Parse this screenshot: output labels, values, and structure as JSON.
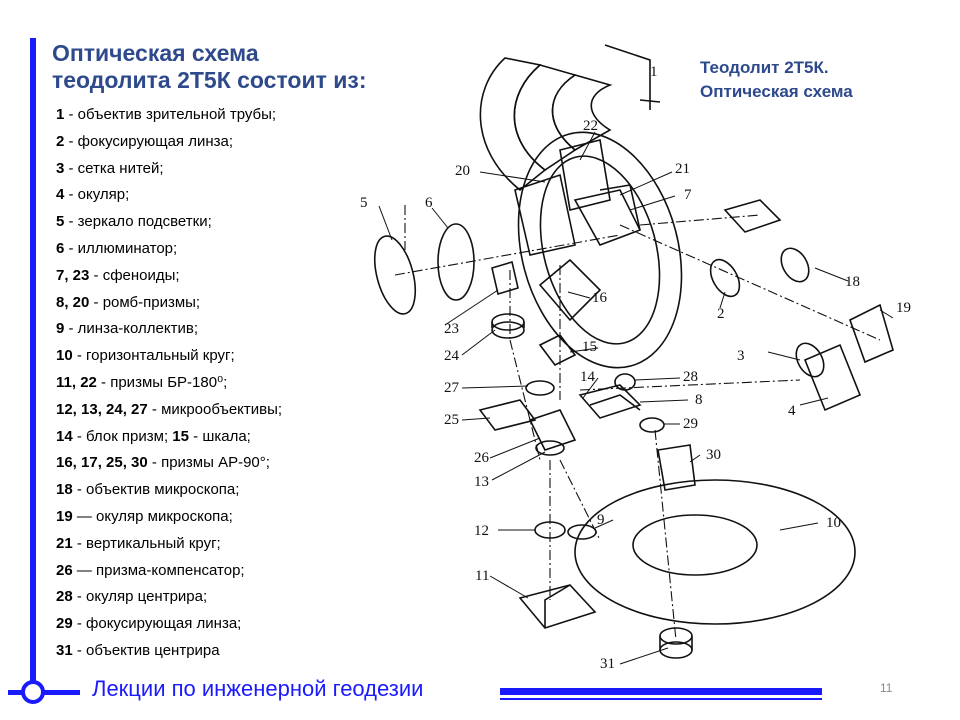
{
  "title": {
    "line1": "Оптическая схема",
    "line2": "теодолита 2Т5К состоит из:"
  },
  "legend": [
    {
      "num": "1",
      "text": " - объектив зрительной трубы;"
    },
    {
      "num": "2",
      "text": " - фокусирующая линза;"
    },
    {
      "num": "3",
      "text": " - сетка нитей;"
    },
    {
      "num": "4",
      "text": " - окуляр;"
    },
    {
      "num": "5",
      "text": " - зеркало подсветки;"
    },
    {
      "num": "6",
      "text": " - иллюминатор;"
    },
    {
      "num": "7, 23",
      "text": " - сфеноиды;"
    },
    {
      "num": "8, 20",
      "text": " - ромб-призмы;"
    },
    {
      "num": "9",
      "text": " - линза-коллектив;"
    },
    {
      "num": "10",
      "text": " - горизонтальный круг;"
    },
    {
      "num": "11, 22",
      "text": " - призмы БР-180⁰;"
    },
    {
      "num": "12, 13, 24, 27",
      "text": " - микрообъективы;"
    },
    {
      "num": "14",
      "text": " - блок призм; ",
      "num2": "15",
      "text2": " - шкала;"
    },
    {
      "num": "16, 17, 25, 30",
      "text": " - призмы АР-90°;"
    },
    {
      "num": "18",
      "text": " - объектив микроскопа;"
    },
    {
      "num": "19",
      "text": " — окуляр микроскопа;"
    },
    {
      "num": "21",
      "text": " - вертикальный круг;"
    },
    {
      "num": "26",
      "text": " — призма-компенсатор;"
    },
    {
      "num": "28",
      "text": " - окуляр центрира;"
    },
    {
      "num": "29",
      "text": " - фокусирующая линза;"
    },
    {
      "num": "31",
      "text": " - объектив центрира"
    }
  ],
  "subtitle": {
    "line1": "Теодолит 2Т5К.",
    "line2": "Оптическая схема"
  },
  "diagram_labels": {
    "l1": "1",
    "l2": "2",
    "l3": "3",
    "l4": "4",
    "l5": "5",
    "l6": "6",
    "l7": "7",
    "l8": "8",
    "l9": "9",
    "l10": "10",
    "l11": "11",
    "l12": "12",
    "l13": "13",
    "l14": "14",
    "l15": "15",
    "l16": "16",
    "l18": "18",
    "l19": "19",
    "l20": "20",
    "l21": "21",
    "l22": "22",
    "l23": "23",
    "l24": "24",
    "l25": "25",
    "l26": "26",
    "l27": "27",
    "l28": "28",
    "l29": "29",
    "l30": "30",
    "l31": "31"
  },
  "footer": "Лекции по инженерной геодезии",
  "page_number": "11",
  "colors": {
    "accent": "#1a1aff",
    "title": "#2e4a8c"
  }
}
